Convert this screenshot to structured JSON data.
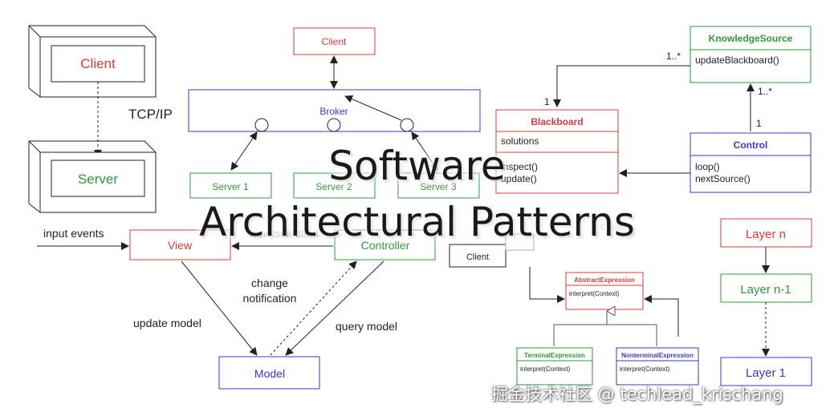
{
  "client_server": {
    "client": "Client",
    "protocol": "TCP/IP",
    "server": "Server"
  },
  "broker": {
    "client": "Client",
    "broker": "Broker",
    "server1": "Server 1",
    "server2": "Server 2",
    "server3": "Server 3"
  },
  "blackboard": {
    "knowledge_source": "KnowledgeSource",
    "update_method": "updateBlackboard()",
    "mult_ks": "1..*",
    "mult_control": "1..*",
    "mult_bb": "1",
    "mult_ctrl_one": "1",
    "blackboard": "Blackboard",
    "solutions": "solutions",
    "inspect": "inspect()",
    "update": "update()",
    "control": "Control",
    "loop": "loop()",
    "next_source": "nextSource()"
  },
  "mvc": {
    "input_events": "input events",
    "view": "View",
    "view_selection": "view selection",
    "controller": "Controller",
    "change_notification_1": "change",
    "change_notification_2": "notification",
    "update_model": "update model",
    "query_model": "query model",
    "model": "Model"
  },
  "interpreter": {
    "client": "Client",
    "context": "Context",
    "abstract_expression": "AbstractExpression",
    "abstract_method": "interpret(Context)",
    "terminal_expression": "TerminalExpression",
    "terminal_method": "interpret(Context)",
    "nonterminal_expression": "NonterminalExpression",
    "nonterminal_method": "interpret(Context)"
  },
  "layers": {
    "layer_n": "Layer n",
    "layer_n1": "Layer n-1",
    "layer_1": "Layer 1"
  },
  "title": {
    "line1": "Software",
    "line2": "Architectural Patterns"
  },
  "watermark": "掘金技术社区 @ techlead_krischang",
  "colors": {
    "red": "#d93a3a",
    "green": "#2e9a3a",
    "blue": "#3a3ac8",
    "dark": "#222222"
  }
}
